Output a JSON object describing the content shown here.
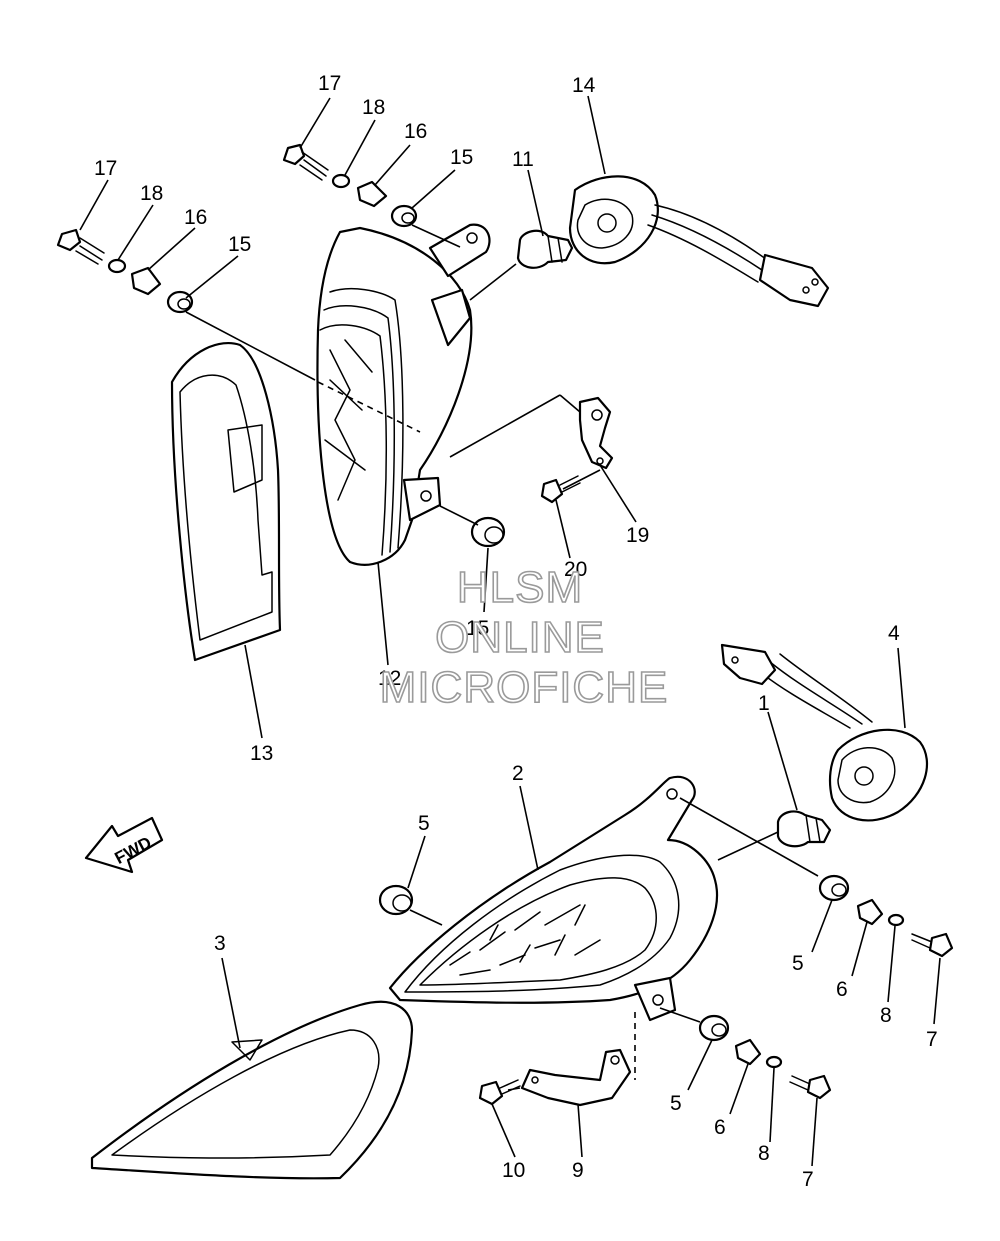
{
  "watermark": {
    "line1": "HLSM",
    "line2": "ONLINE",
    "line3": "MICROFICHE"
  },
  "direction_label": "FWD",
  "callouts": {
    "c17a": "17",
    "c18a": "18",
    "c16a": "16",
    "c15a": "15",
    "c11": "11",
    "c14": "14",
    "c17b": "17",
    "c18b": "18",
    "c16b": "16",
    "c15b": "15",
    "c19": "19",
    "c20": "20",
    "c15c": "15",
    "c12": "12",
    "c13": "13",
    "c4": "4",
    "c1": "1",
    "c2": "2",
    "c5a": "5",
    "c3": "3",
    "c5b": "5",
    "c6a": "6",
    "c8a": "8",
    "c7a": "7",
    "c5c": "5",
    "c6b": "6",
    "c8b": "8",
    "c7b": "7",
    "c10": "10",
    "c9": "9"
  }
}
